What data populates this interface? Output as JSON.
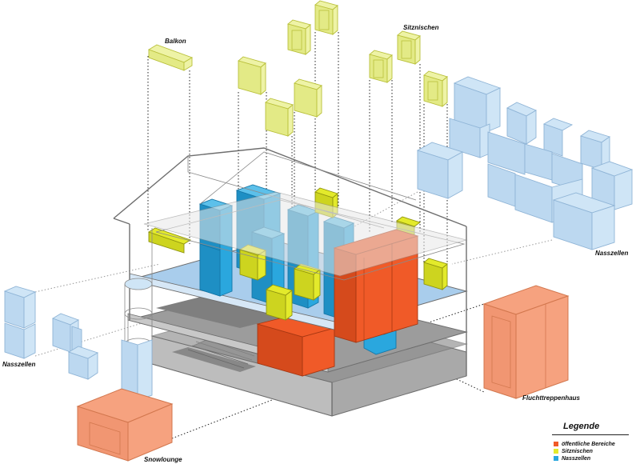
{
  "labels": {
    "balkon": "Balkon",
    "sitznischen": "Sitznischen",
    "nasszellen_right": "Nasszellen",
    "nasszellen_left": "Nasszellen",
    "fluchttreppenhaus": "Fluchttreppenhaus",
    "snowlounge": "Snowlounge"
  },
  "legend": {
    "title": "Legende",
    "items": [
      {
        "label": "öffentliche Bereiche",
        "color": "#f05a28"
      },
      {
        "label": "Sitznischen",
        "color": "#e3ea2b"
      },
      {
        "label": "Nasszellen",
        "color": "#2aa7de"
      }
    ]
  },
  "colors": {
    "public": "#f05a28",
    "public_light": "#f6a27f",
    "niche": "#e3ea2b",
    "niche_light": "#eef3a6",
    "wet": "#2aa7de",
    "wet_light": "#cfe5f6",
    "floor_blue": "#a9cdec",
    "floor_grey": "#a9a9a9",
    "outline": "#707070"
  }
}
